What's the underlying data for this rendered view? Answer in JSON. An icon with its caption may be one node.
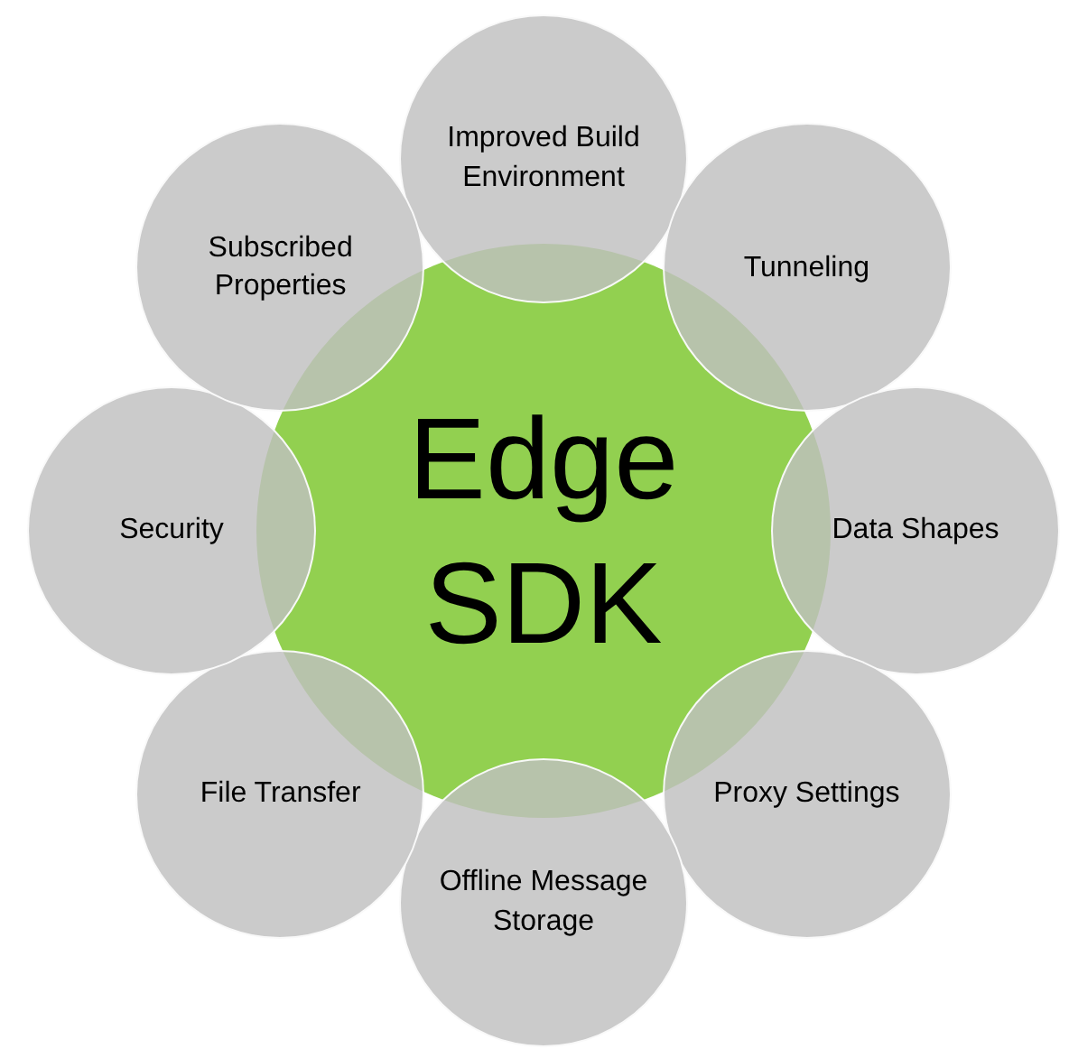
{
  "diagram": {
    "nodes": [
      {
        "text": [
          "Edge SDK"
        ]
      },
      {
        "text": [
          "Improved Build Environment"
        ]
      },
      {
        "text": [
          "Tunneling"
        ]
      },
      {
        "text": [
          "Data Shapes"
        ]
      },
      {
        "text": [
          "Proxy Settings"
        ]
      },
      {
        "text": [
          "Offline Message Storage"
        ]
      },
      {
        "text": [
          "File Transfer"
        ]
      },
      {
        "text": [
          "Security"
        ]
      },
      {
        "text": [
          "Subscribed Properties"
        ]
      }
    ]
  }
}
